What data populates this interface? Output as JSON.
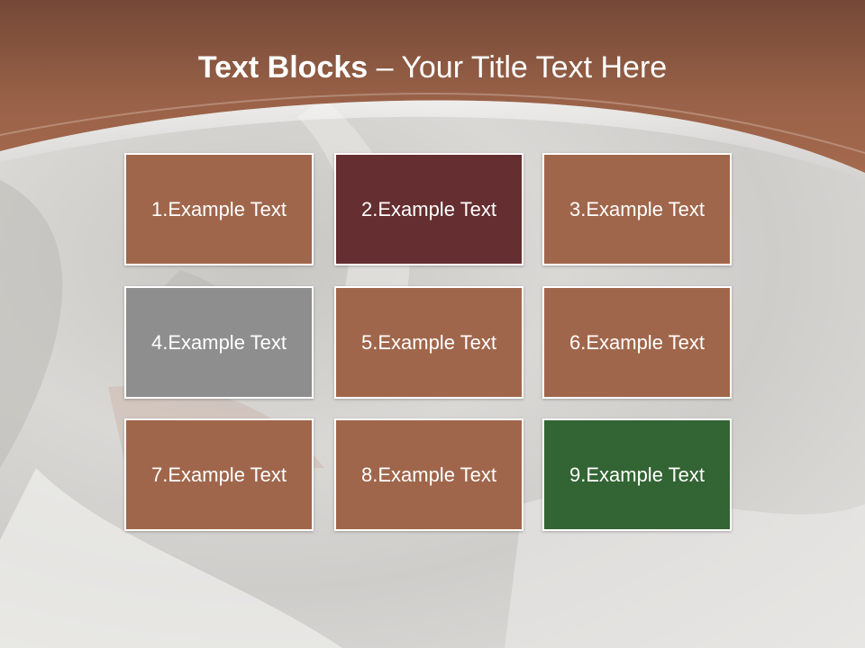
{
  "title": {
    "bold_part": "Text Blocks",
    "separator": " – ",
    "regular_part": "Your Title Text Here"
  },
  "colors": {
    "header_brown": "#8f5a40",
    "block_brown": "#a0664b",
    "block_maroon": "#652e30",
    "block_gray": "#8e8e8e",
    "block_green": "#336433"
  },
  "blocks": [
    {
      "label": "1.Example Text",
      "color": "#a0664b"
    },
    {
      "label": "2.Example Text",
      "color": "#652e30"
    },
    {
      "label": "3.Example Text",
      "color": "#a0664b"
    },
    {
      "label": "4.Example Text",
      "color": "#8e8e8e"
    },
    {
      "label": "5.Example Text",
      "color": "#a0664b"
    },
    {
      "label": "6.Example Text",
      "color": "#a0664b"
    },
    {
      "label": "7.Example Text",
      "color": "#a0664b"
    },
    {
      "label": "8.Example Text",
      "color": "#a0664b"
    },
    {
      "label": "9.Example Text",
      "color": "#336433"
    }
  ]
}
